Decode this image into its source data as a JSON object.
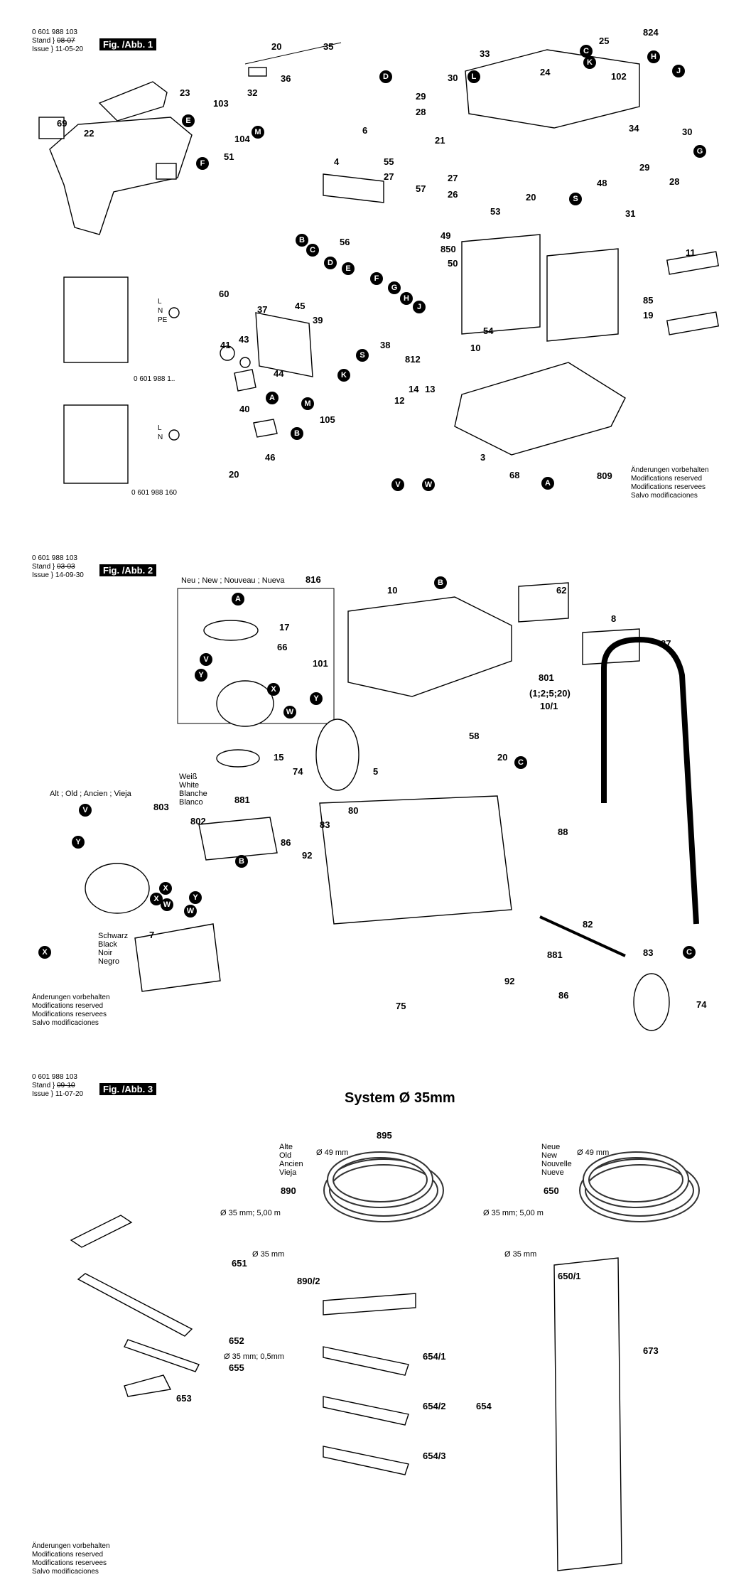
{
  "sheet1": {
    "part_number": "0 601 988 103",
    "stand_label": "Stand",
    "stand_old": "08-07",
    "issue_label": "Issue",
    "issue_date": "11-05-20",
    "fig_label": "Fig. /Abb. 1",
    "notes": [
      "Änderungen vorbehalten",
      "Modifications reserved",
      "Modifications reservees",
      "Salvo modificaciones"
    ],
    "circuit_labels": [
      "0 601 988 1..",
      "0 601 988 160"
    ],
    "terminal_labels": [
      "L",
      "N",
      "PE",
      "L",
      "N"
    ]
  },
  "sheet2": {
    "part_number": "0 601 988 103",
    "stand_label": "Stand",
    "stand_old": "03-03",
    "issue_label": "Issue",
    "issue_date": "14-09-30",
    "fig_label": "Fig. /Abb. 2",
    "new_label": "Neu ; New ; Nouveau ; Nueva",
    "old_label": "Alt ; Old ; Ancien ; Vieja",
    "white_label": [
      "Weiß",
      "White",
      "Blanche",
      "Blanco"
    ],
    "black_label": [
      "Schwarz",
      "Black",
      "Noir",
      "Negro"
    ],
    "note_801": "(1;2;5;20)",
    "notes": [
      "Änderungen vorbehalten",
      "Modifications reserved",
      "Modifications reservees",
      "Salvo modificaciones"
    ]
  },
  "sheet3": {
    "part_number": "0 601 988 103",
    "stand_label": "Stand",
    "stand_old": "09-10",
    "issue_label": "Issue",
    "issue_date": "11-07-20",
    "fig_label": "Fig. /Abb. 3",
    "title": "System Ø 35mm",
    "old_label": [
      "Alte",
      "Old",
      "Ancien",
      "Vieja"
    ],
    "new_label": [
      "Neue",
      "New",
      "Nouvelle",
      "Nueve"
    ],
    "dim_49": "Ø 49 mm",
    "dim_35_len": "Ø 35 mm; 5,00 m",
    "dim_35": "Ø 35 mm",
    "dim_35_05": "Ø 35 mm; 0,5mm",
    "notes": [
      "Änderungen vorbehalten",
      "Modifications reserved",
      "Modifications reservees",
      "Salvo modificaciones"
    ]
  },
  "parts1": [
    "20",
    "35",
    "36",
    "32",
    "103",
    "104",
    "23",
    "69",
    "22",
    "51",
    "6",
    "55",
    "27",
    "57",
    "4",
    "56",
    "60",
    "45",
    "37",
    "43",
    "41",
    "44",
    "40",
    "39",
    "38",
    "46",
    "105",
    "20",
    "33",
    "30",
    "29",
    "28",
    "21",
    "24",
    "25",
    "824",
    "102",
    "34",
    "30",
    "29",
    "28",
    "27",
    "26",
    "20",
    "48",
    "53",
    "31",
    "850",
    "49",
    "50",
    "11",
    "85",
    "19",
    "54",
    "10",
    "812",
    "14",
    "13",
    "12",
    "3",
    "68",
    "809"
  ],
  "parts2": [
    "816",
    "17",
    "66",
    "101",
    "15",
    "10",
    "62",
    "8",
    "801",
    "10/1",
    "58",
    "20",
    "74",
    "5",
    "881",
    "83",
    "86",
    "92",
    "80",
    "87",
    "88",
    "82",
    "83",
    "74",
    "75",
    "881",
    "86",
    "92",
    "803",
    "802",
    "7"
  ],
  "parts3": [
    "895",
    "890",
    "890/2",
    "651",
    "652",
    "655",
    "653",
    "654",
    "654/1",
    "654/2",
    "654/3",
    "650",
    "650/1",
    "673"
  ],
  "callout_letters_sheet1": [
    "D",
    "L",
    "H",
    "J",
    "C",
    "K",
    "E",
    "M",
    "F",
    "B",
    "C",
    "D",
    "E",
    "F",
    "G",
    "H",
    "J",
    "K",
    "S",
    "A",
    "M",
    "B",
    "V",
    "W",
    "A",
    "G",
    "S"
  ],
  "callout_letters_sheet2": [
    "A",
    "B",
    "C",
    "V",
    "Y",
    "X",
    "W",
    "Y",
    "X",
    "W",
    "V",
    "Y",
    "X",
    "W",
    "Y",
    "X",
    "B",
    "C"
  ]
}
